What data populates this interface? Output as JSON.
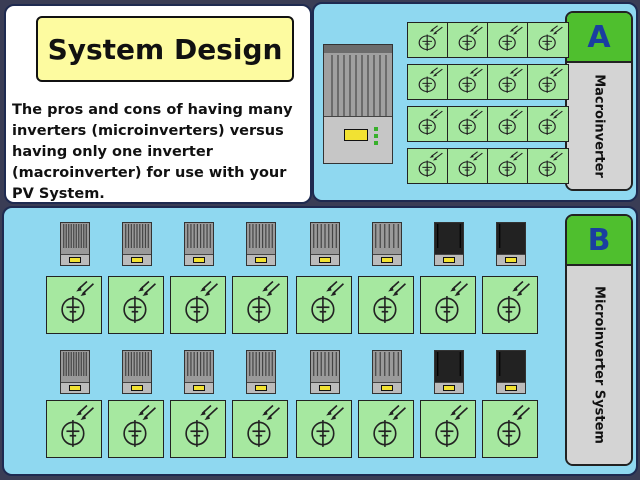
{
  "intro": {
    "title": "System Design",
    "description": "The pros and cons of having many inverters (microinverters) versus having only one inverter (macroinverter) for use with your PV System."
  },
  "section_a": {
    "letter": "A",
    "label": "Macroinverter",
    "panel_count": 16,
    "inverter_count": 1
  },
  "section_b": {
    "letter": "B",
    "label": "Microinverter System",
    "panel_count": 16,
    "inverter_count": 16
  },
  "icons": {
    "solar_panel": "pv-cell-icon",
    "inverter": "inverter-icon"
  },
  "colors": {
    "background": "#3a3d55",
    "section_fill": "#8fd8f0",
    "panel_green": "#a6e8a0",
    "title_yellow": "#fdfba0",
    "tag_green": "#4fbf2e",
    "tag_letter_blue": "#1a3ea0",
    "lcd_yellow": "#f2e232"
  }
}
